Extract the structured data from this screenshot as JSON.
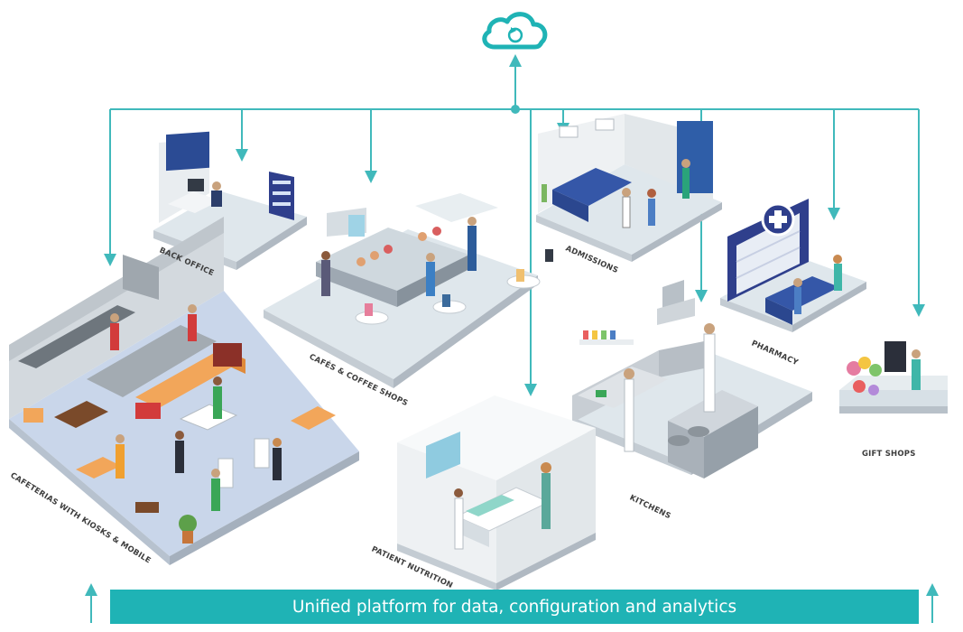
{
  "cloud_icon": "cloud-sync-icon",
  "banner": {
    "text": "Unified platform for data, configuration and analytics"
  },
  "areas": {
    "back_office": "BACK OFFICE",
    "cafes": "CAFÉs & COFFEE SHOPS",
    "admissions": "ADMISSIONS",
    "pharmacy": "PHARMACY",
    "gift_shops": "GIFT SHOPS",
    "kitchens": "KITCHENS",
    "patient_nutrition": "PATIENT NUTRITION",
    "cafeterias": "CAFETERIAS WITH KIOSKS & MOBILE"
  },
  "colors": {
    "accent": "#1fb3b5",
    "line": "#40b9bb",
    "floor": "#e3ebee",
    "wall": "#c9d0d6",
    "navy": "#2f3f8c"
  }
}
